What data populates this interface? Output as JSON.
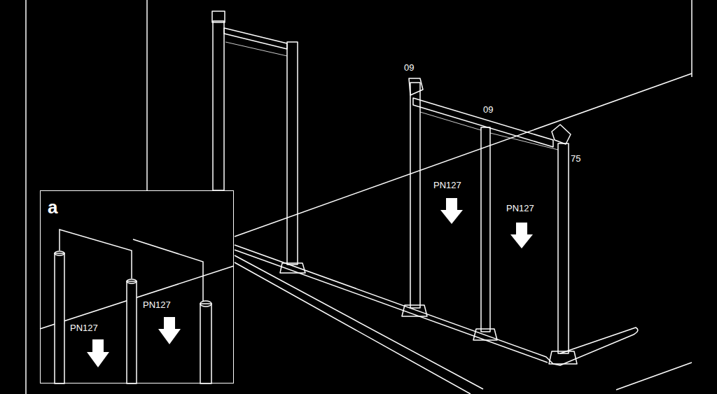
{
  "diagram": {
    "nodes": [
      {
        "text": [
          "a",
          "PN127",
          "PN127"
        ]
      }
    ],
    "labels": [
      "09",
      "09",
      "75",
      "PN127",
      "PN127"
    ]
  }
}
